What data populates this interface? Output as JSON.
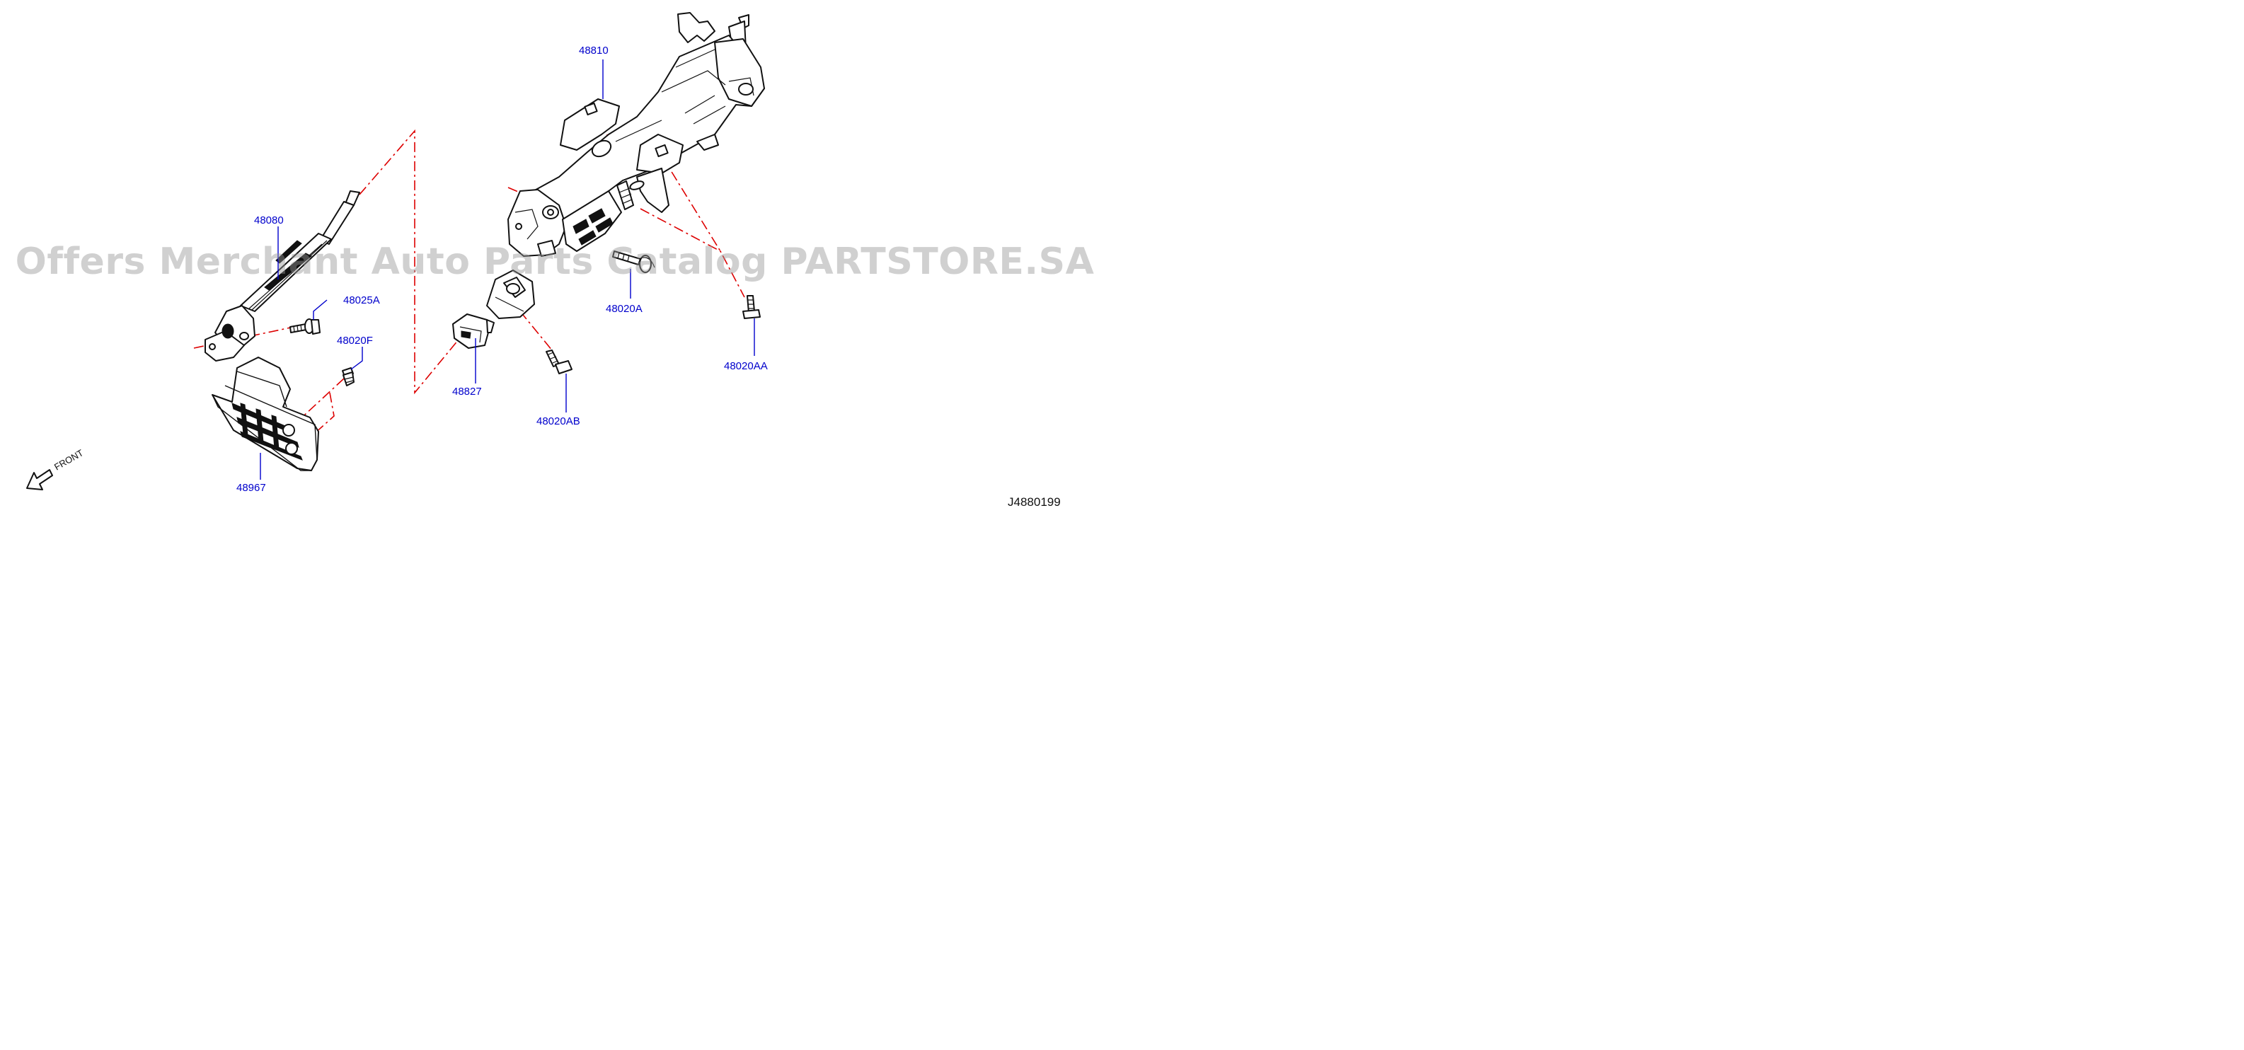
{
  "diagram": {
    "part_labels": {
      "p48810": "48810",
      "p48080": "48080",
      "p48025A": "48025A",
      "p48020F": "48020F",
      "p48827": "48827",
      "p48020A": "48020A",
      "p48020AA": "48020AA",
      "p48020AB": "48020AB",
      "p48967": "48967"
    },
    "front_label": "FRONT",
    "reference": "J4880199",
    "watermark": "Offers Merchant Auto Parts Catalog PARTSTORE.SA"
  },
  "colors": {
    "label": "#0000cc",
    "centerline": "#dd0000",
    "line": "#111111",
    "watermark": "#969696"
  }
}
